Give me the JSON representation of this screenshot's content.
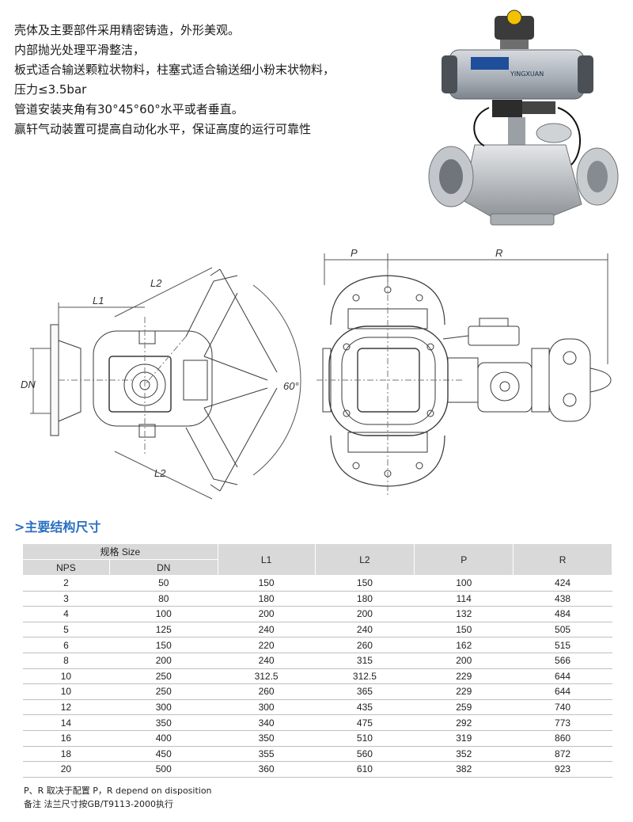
{
  "intro": {
    "lines": [
      "壳体及主要部件采用精密铸造，外形美观。",
      "内部抛光处理平滑整洁，",
      "板式适合输送颗粒状物料，柱塞式适合输送细小粉末状物料，",
      "压力≤3.5bar",
      "管道安装夹角有30°45°60°水平或者垂直。",
      "赢轩气动装置可提高自动化水平，保证高度的运行可靠性"
    ]
  },
  "photo": {
    "brand_text": "YINGXUAN"
  },
  "drawing": {
    "labels": {
      "l1": "L1",
      "l2_top": "L2",
      "l2_bottom": "L2",
      "dn": "DN",
      "angle": "60°",
      "p": "P",
      "r": "R"
    }
  },
  "section": {
    "title": ">主要结构尺寸"
  },
  "table": {
    "header": {
      "spec": "规格 Size",
      "nps": "NPS",
      "dn": "DN",
      "l1": "L1",
      "l2": "L2",
      "p": "P",
      "r": "R"
    },
    "rows": [
      [
        "2",
        "50",
        "150",
        "150",
        "100",
        "424"
      ],
      [
        "3",
        "80",
        "180",
        "180",
        "114",
        "438"
      ],
      [
        "4",
        "100",
        "200",
        "200",
        "132",
        "484"
      ],
      [
        "5",
        "125",
        "240",
        "240",
        "150",
        "505"
      ],
      [
        "6",
        "150",
        "220",
        "260",
        "162",
        "515"
      ],
      [
        "8",
        "200",
        "240",
        "315",
        "200",
        "566"
      ],
      [
        "10",
        "250",
        "312.5",
        "312.5",
        "229",
        "644"
      ],
      [
        "10",
        "250",
        "260",
        "365",
        "229",
        "644"
      ],
      [
        "12",
        "300",
        "300",
        "435",
        "259",
        "740"
      ],
      [
        "14",
        "350",
        "340",
        "475",
        "292",
        "773"
      ],
      [
        "16",
        "400",
        "350",
        "510",
        "319",
        "860"
      ],
      [
        "18",
        "450",
        "355",
        "560",
        "352",
        "872"
      ],
      [
        "20",
        "500",
        "360",
        "610",
        "382",
        "923"
      ]
    ]
  },
  "notes": {
    "line1": "P、R 取决于配置    P，R depend on disposition",
    "line2": "备注 法兰尺寸按GB/T9113-2000执行"
  }
}
